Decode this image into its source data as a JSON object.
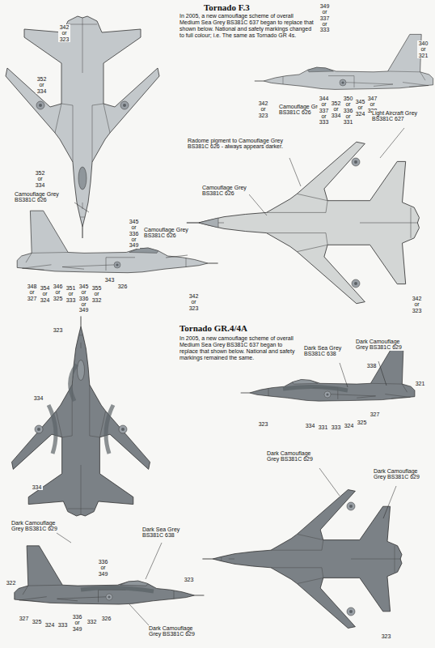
{
  "diagram": {
    "labels": [
      "Tornado F.3",
      "In 2005, a new camouflage scheme of overall Medium Sea Grey BS381C 637 began to replace that shown below. National and safety markings changed to full colour; i.e. The same as Tornado GR 4s.",
      "342 or 323",
      "352 or 334",
      "352 or 334",
      "Camouflage Grey BS381C 626",
      "349 or 337 or 333",
      "340 or 321",
      "342 or 323",
      "Camouflage Grey BS381C 626",
      "344 or 337 or 333",
      "352 or 334",
      "350 or 336 or 331",
      "345 or 324",
      "347 or 328",
      "Light Aircraft Grey BS381C 627",
      "Radome pigment to Camouflage Grey BS381C 626 - always appears darker.",
      "Camouflage Grey BS381C 626",
      "342 or 323",
      "Camouflage Grey BS381C 626",
      "345 or 336 or 349",
      "342 or 323",
      "348 or 327",
      "354 or 324",
      "346 or 325",
      "351 or 333",
      "345 or 336 or 349",
      "355 or 332",
      "343",
      "326",
      "Tornado GR.4/4A",
      "In 2005, a new camouflage scheme of overall Medium Sea Grey BS381C 637 began to replace that shown below. National and safety markings remained the same.",
      "Dark Sea Grey BS381C 638",
      "Dark Camouflage Grey BS381C 629",
      "338",
      "321",
      "323",
      "334",
      "331",
      "333",
      "324",
      "325",
      "327",
      "323",
      "334",
      "334",
      "Dark Camouflage Grey BS381C 629",
      "Dark Sea Grey BS381C 638",
      "336 or 349",
      "322",
      "327",
      "325",
      "324",
      "333",
      "336 or 349",
      "332",
      "326",
      "Dark Camouflage Grey BS381C 629",
      "323",
      "Dark Camouflage Grey BS381C 629",
      "Dark Camouflage Grey BS381C 629",
      "323"
    ]
  }
}
